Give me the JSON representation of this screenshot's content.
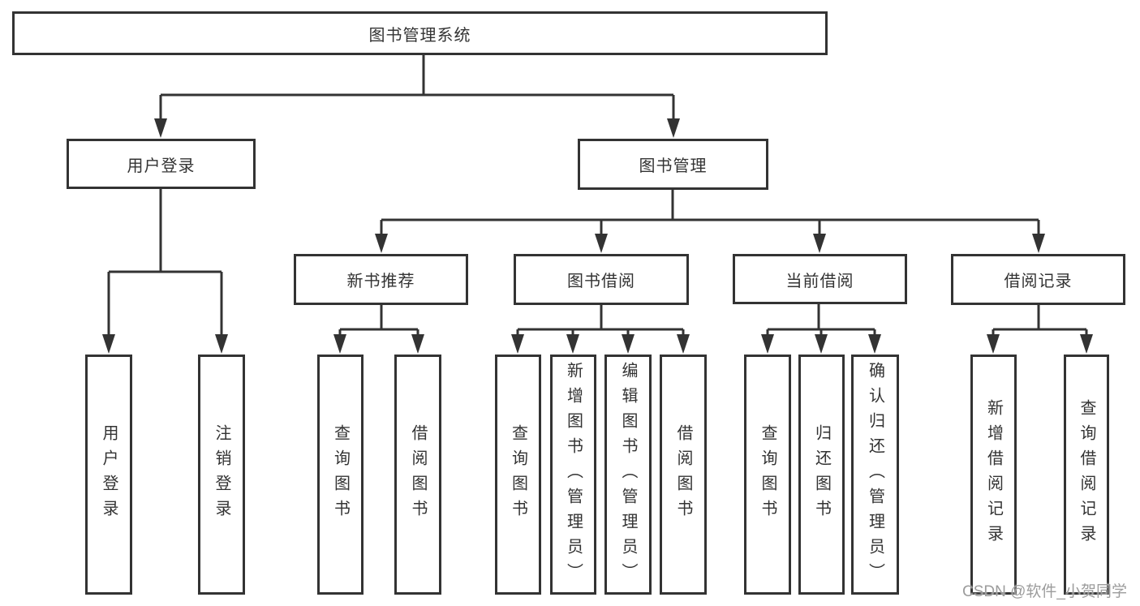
{
  "diagram": {
    "type": "tree",
    "title": "图书管理系统",
    "root": {
      "label": "图书管理系统",
      "children": [
        {
          "label": "用户登录",
          "children": [
            {
              "label": "用户登录"
            },
            {
              "label": "注销登录"
            }
          ]
        },
        {
          "label": "图书管理",
          "children": [
            {
              "label": "新书推荐",
              "children": [
                {
                  "label": "查询图书"
                },
                {
                  "label": "借阅图书"
                }
              ]
            },
            {
              "label": "图书借阅",
              "children": [
                {
                  "label": "查询图书"
                },
                {
                  "label": "新增图书（管理员）"
                },
                {
                  "label": "编辑图书（管理员）"
                },
                {
                  "label": "借阅图书"
                }
              ]
            },
            {
              "label": "当前借阅",
              "children": [
                {
                  "label": "查询图书"
                },
                {
                  "label": "归还图书"
                },
                {
                  "label": "确认归还（管理员）"
                }
              ]
            },
            {
              "label": "借阅记录",
              "children": [
                {
                  "label": "新增借阅记录"
                },
                {
                  "label": "查询借阅记录"
                }
              ]
            }
          ]
        }
      ]
    },
    "colors": {
      "line": "#333333",
      "text": "#333333",
      "background": "#ffffff"
    }
  },
  "watermark": {
    "text": "CSDN @软件_小贺同学",
    "color": "#9c9c9c"
  }
}
